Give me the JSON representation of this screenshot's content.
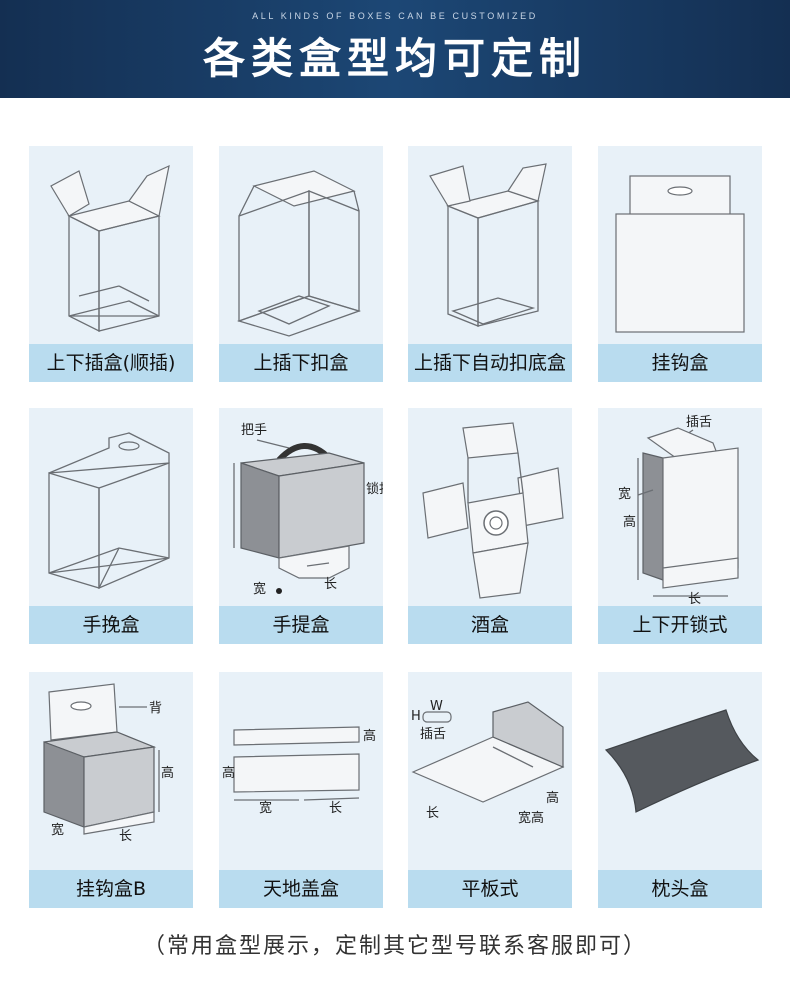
{
  "header": {
    "subtitle": "ALL KINDS OF BOXES CAN BE CUSTOMIZED",
    "title": "各类盒型均可定制"
  },
  "boxes": [
    {
      "label": "上下插盒(顺插)",
      "icon": "tuck-end-box-icon"
    },
    {
      "label": "上插下扣盒",
      "icon": "tuck-top-lock-bottom-box-icon"
    },
    {
      "label": "上插下自动扣底盒",
      "icon": "auto-lock-bottom-box-icon"
    },
    {
      "label": "挂钩盒",
      "icon": "hanger-box-icon"
    },
    {
      "label": "手挽盒",
      "icon": "handle-carry-box-icon"
    },
    {
      "label": "手提盒",
      "icon": "handle-box-icon"
    },
    {
      "label": "酒盒",
      "icon": "wine-box-icon"
    },
    {
      "label": "上下开锁式",
      "icon": "lock-box-icon"
    },
    {
      "label": "挂钩盒B",
      "icon": "hanger-box-b-icon"
    },
    {
      "label": "天地盖盒",
      "icon": "lid-base-box-icon"
    },
    {
      "label": "平板式",
      "icon": "flat-box-icon"
    },
    {
      "label": "枕头盒",
      "icon": "pillow-box-icon"
    }
  ],
  "annotations": {
    "handle": "把手",
    "lock": "锁扣",
    "width": "宽",
    "length": "长",
    "height": "高",
    "tongue": "插舌",
    "back": "背",
    "w": "W",
    "h": "H",
    "width_height": "宽高"
  },
  "footer": "（常用盒型展示，定制其它型号联系客服即可）"
}
